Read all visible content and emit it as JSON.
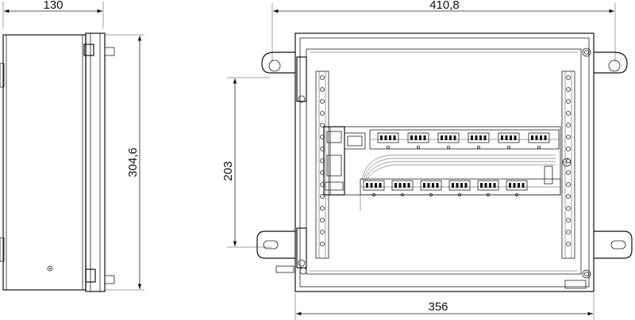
{
  "dimensions": {
    "side_width": "130",
    "side_height": "304,6",
    "front_width_overall": "410,8",
    "front_mounting_height": "203",
    "front_mounting_width": "356"
  },
  "views": [
    "side-view",
    "front-view"
  ]
}
